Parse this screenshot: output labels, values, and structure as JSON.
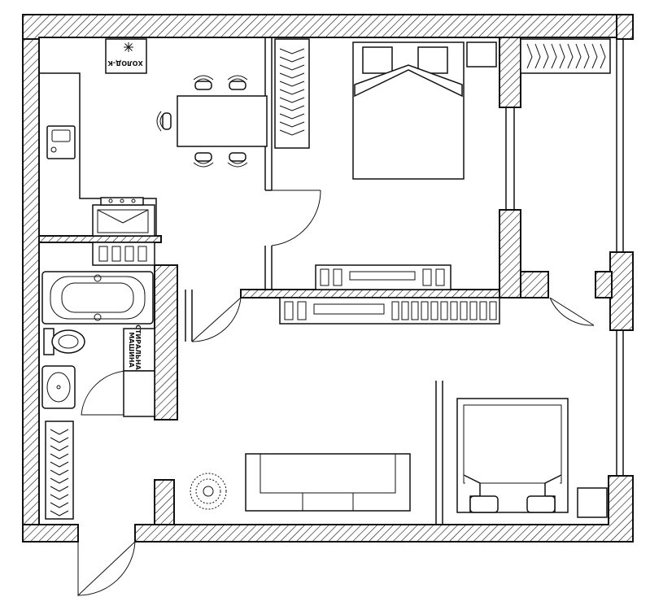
{
  "labels": {
    "fridge": "ХОЛОД-К",
    "washer_line1": "СТИРАЛЬНАЯ",
    "washer_line2": "МАШИНА"
  },
  "colors": {
    "ink": "#111111",
    "background": "#ffffff"
  },
  "icons": {
    "fridge_symbol": "snowflake-icon"
  }
}
